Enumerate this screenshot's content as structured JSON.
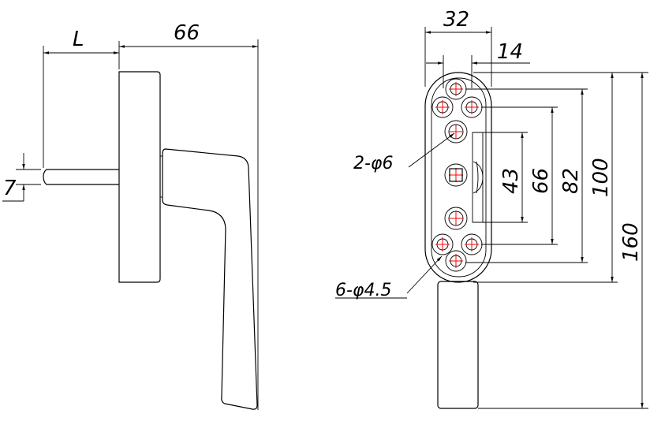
{
  "side_view": {
    "dim_spindle_length": "L",
    "dim_depth": "66",
    "dim_spindle_size": "7"
  },
  "front_view": {
    "dim_width": "32",
    "dim_hole_spacing_x": "14",
    "dim_43": "43",
    "dim_66": "66",
    "dim_82": "82",
    "dim_100": "100",
    "dim_160": "160",
    "label_large_holes": "2-φ6",
    "label_small_holes": "6-φ4.5"
  },
  "colors": {
    "line": "#000000",
    "centerline": "#ff0000"
  }
}
